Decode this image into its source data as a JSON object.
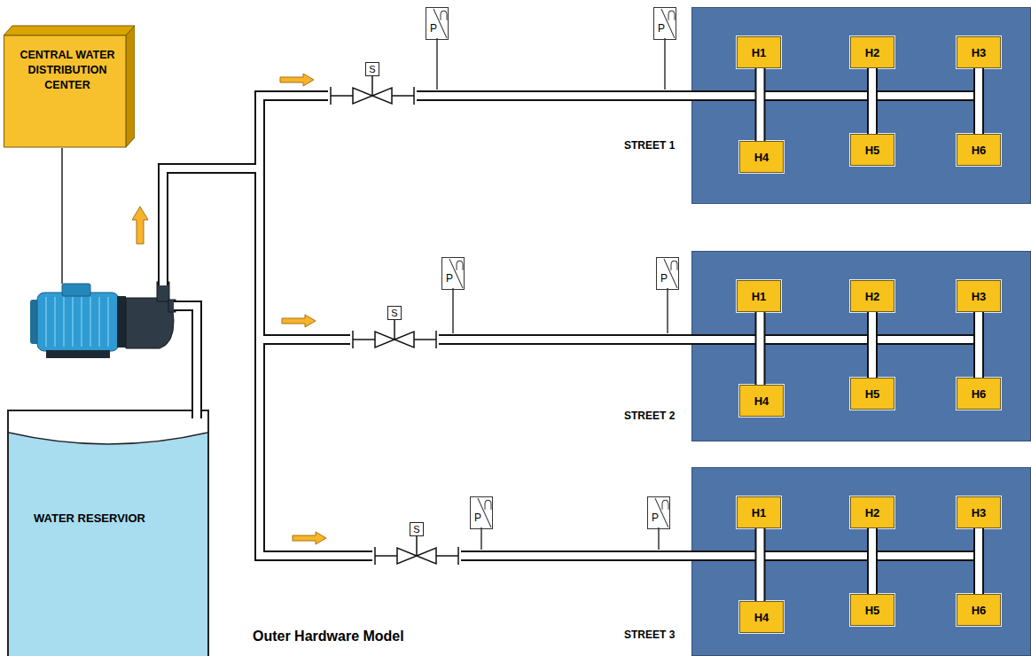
{
  "diagram": {
    "caption": "Outer Hardware Model",
    "nodes": [
      {
        "text": [
          "CENTRAL WATER DISTRIBUTION CENTER"
        ]
      },
      {
        "text": [
          "WATER RESERVIOR"
        ]
      },
      {
        "text": [
          "S"
        ]
      },
      {
        "text": [
          "P"
        ]
      },
      {
        "text": [
          "P"
        ]
      },
      {
        "text": [
          "STREET 1"
        ]
      },
      {
        "text": [
          "H1"
        ],
        "in": 5
      },
      {
        "text": [
          "H2"
        ],
        "in": 5
      },
      {
        "text": [
          "H3"
        ],
        "in": 5
      },
      {
        "text": [
          "H4"
        ],
        "in": 5
      },
      {
        "text": [
          "H5"
        ],
        "in": 5
      },
      {
        "text": [
          "H6"
        ],
        "in": 5
      },
      {
        "text": [
          "S"
        ]
      },
      {
        "text": [
          "P"
        ]
      },
      {
        "text": [
          "P"
        ]
      },
      {
        "text": [
          "STREET 2"
        ]
      },
      {
        "text": [
          "H1"
        ],
        "in": 15
      },
      {
        "text": [
          "H2"
        ],
        "in": 15
      },
      {
        "text": [
          "H3"
        ],
        "in": 15
      },
      {
        "text": [
          "H4"
        ],
        "in": 15
      },
      {
        "text": [
          "H5"
        ],
        "in": 15
      },
      {
        "text": [
          "H6"
        ],
        "in": 15
      },
      {
        "text": [
          "S"
        ]
      },
      {
        "text": [
          "P"
        ]
      },
      {
        "text": [
          "P"
        ]
      },
      {
        "text": [
          "STREET 3"
        ]
      },
      {
        "text": [
          "H1"
        ],
        "in": 25
      },
      {
        "text": [
          "H2"
        ],
        "in": 25
      },
      {
        "text": [
          "H3"
        ],
        "in": 25
      },
      {
        "text": [
          "H4"
        ],
        "in": 25
      },
      {
        "text": [
          "H5"
        ],
        "in": 25
      },
      {
        "text": [
          "H6"
        ],
        "in": 25
      }
    ],
    "edges": [
      {
        "from": 6,
        "to": 9,
        "arrow": "none"
      },
      {
        "from": 7,
        "to": 10,
        "arrow": "none"
      },
      {
        "from": 8,
        "to": 11,
        "arrow": "none"
      },
      {
        "from": 16,
        "to": 19,
        "arrow": "none"
      },
      {
        "from": 17,
        "to": 20,
        "arrow": "none"
      },
      {
        "from": 18,
        "to": 21,
        "arrow": "none"
      },
      {
        "from": 26,
        "to": 29,
        "arrow": "none"
      },
      {
        "from": 27,
        "to": 30,
        "arrow": "none"
      },
      {
        "from": 28,
        "to": 31,
        "arrow": "none"
      }
    ]
  }
}
